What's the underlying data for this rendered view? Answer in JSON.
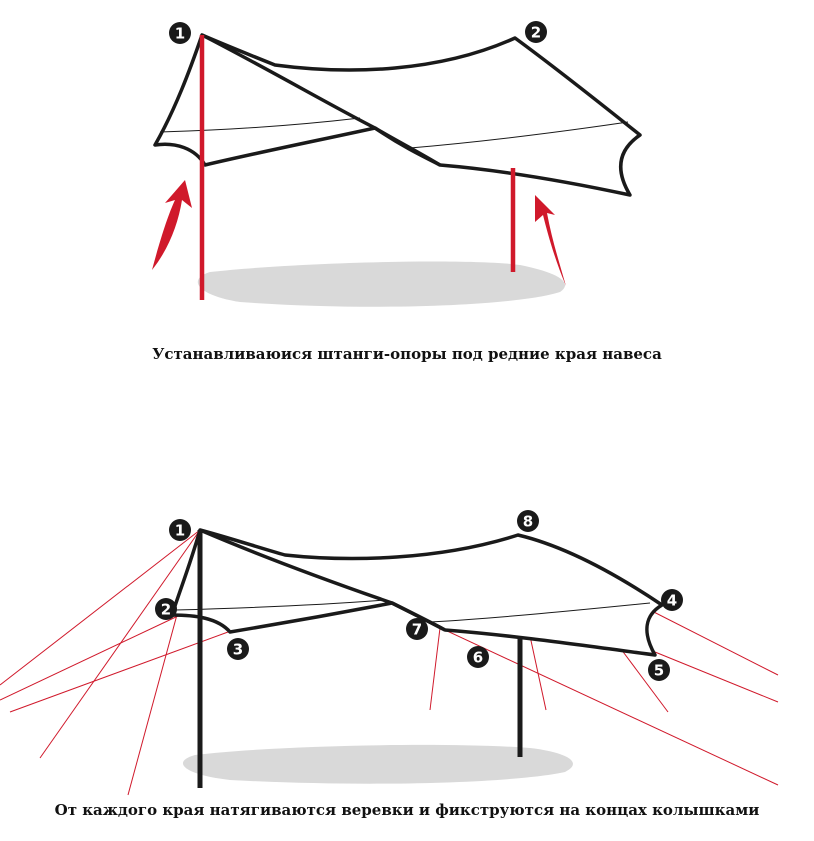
{
  "steps": [
    {
      "caption": "Устанавливаюися штанги-опоры под редние края навеса",
      "markers": [
        "1",
        "2"
      ]
    },
    {
      "caption": "От каждого края натягиваются веревки и фикструются на концах колышками",
      "markers": [
        "1",
        "2",
        "3",
        "4",
        "5",
        "6",
        "7",
        "8"
      ]
    }
  ],
  "colors": {
    "outline": "#1a1a1a",
    "pole": "#d0192b",
    "rope": "#d0192b",
    "shadow": "#d9d9d9",
    "marker_fill": "#1a1a1a"
  }
}
